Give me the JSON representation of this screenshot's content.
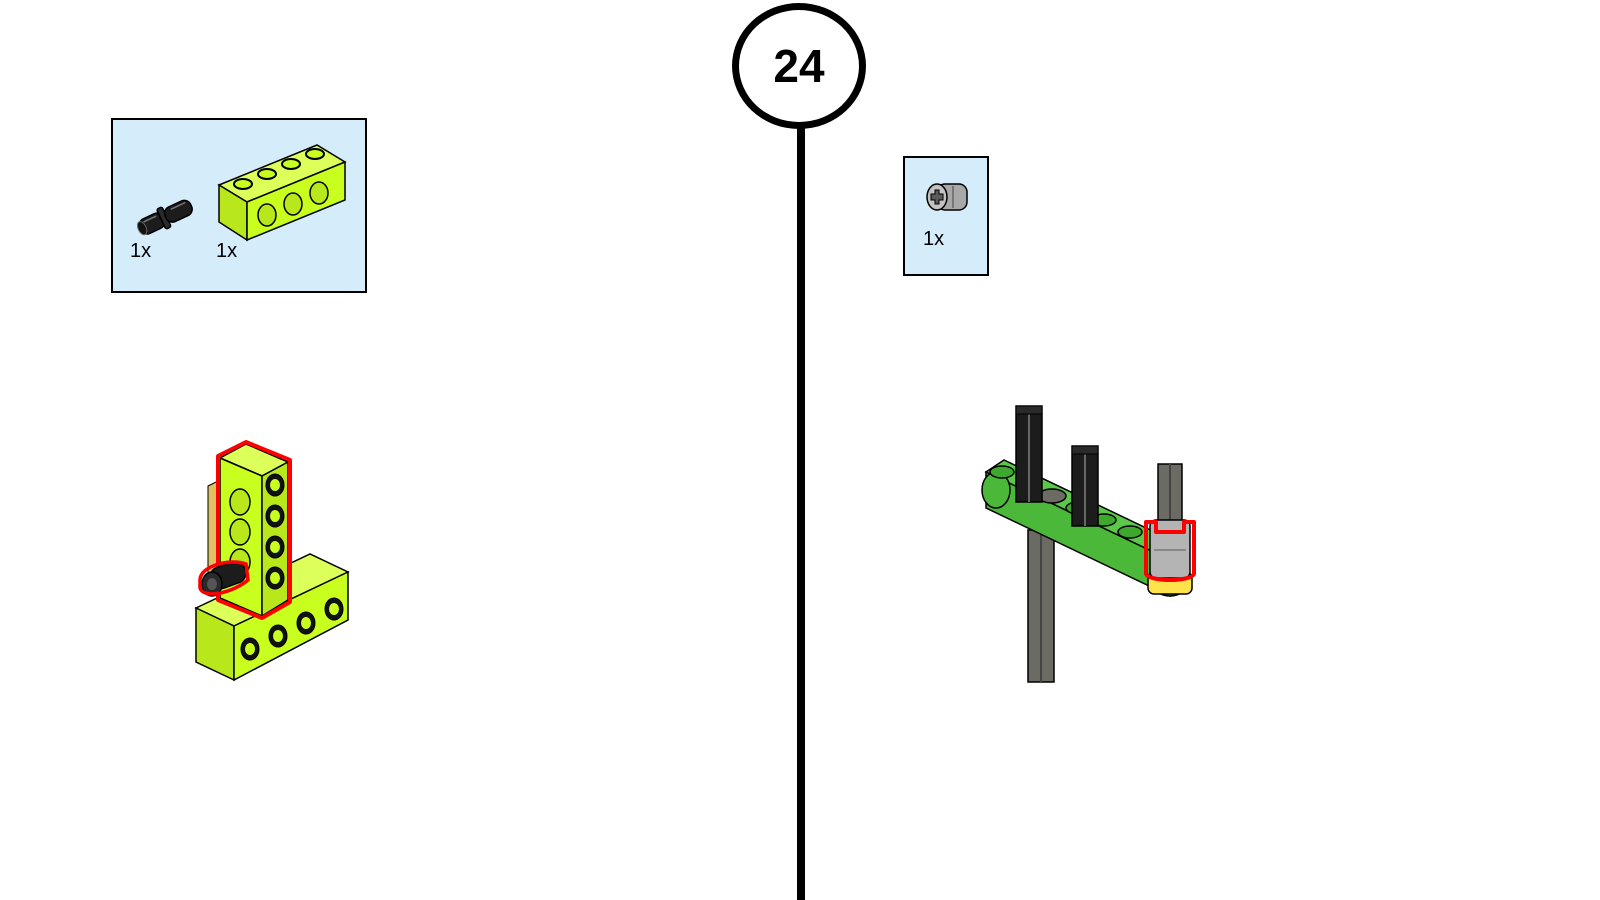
{
  "step": {
    "number": "24"
  },
  "left_panel": {
    "parts": [
      {
        "icon": "black-friction-pin-icon",
        "quantity": "1x"
      },
      {
        "icon": "lime-technic-brick-1x4-icon",
        "quantity": "1x"
      }
    ],
    "model_icon": "lime-brick-assembly-icon"
  },
  "right_panel": {
    "parts": [
      {
        "icon": "gray-bush-icon",
        "quantity": "1x"
      }
    ],
    "model_icon": "green-beam-axle-assembly-icon"
  },
  "colors": {
    "parts_box_bg": "#d5ecfb",
    "lime": "#c8ff1e",
    "green": "#4cb83a",
    "highlight": "#ff0000",
    "axle_black": "#1c1c1c",
    "axle_gray": "#6b6b63",
    "bush_gray": "#b4b4b4",
    "yellow": "#ffe34a"
  }
}
